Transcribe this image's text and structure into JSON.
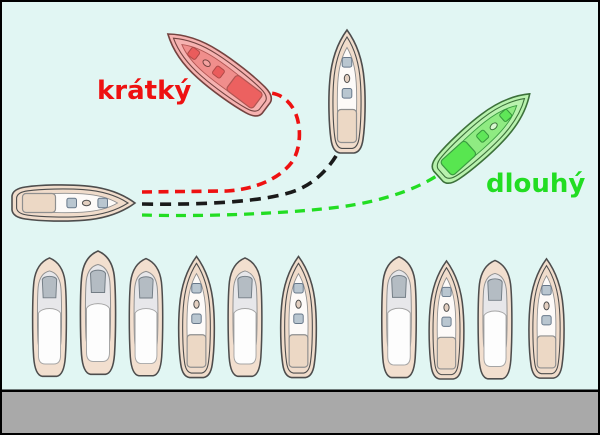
{
  "scene": {
    "background_color": "#e1f6f3",
    "border_color": "#000000",
    "dock": {
      "color": "#a9a9a9",
      "edge_color": "#000000"
    }
  },
  "labels": {
    "short": {
      "text": "krátký",
      "color": "#ee1111"
    },
    "long": {
      "text": "dlouhý",
      "color": "#22dd22"
    }
  },
  "paths": {
    "short": {
      "meaning": "short-turn-approach",
      "color": "#ee1111",
      "style": "dashed"
    },
    "correct": {
      "meaning": "correct-approach",
      "color": "#1a1a1a",
      "style": "dashed"
    },
    "long": {
      "meaning": "long-turn-approach",
      "color": "#22dd22",
      "style": "dashed"
    }
  },
  "boats": {
    "maneuvering": [
      {
        "id": "approaching-boat",
        "type": "sailboat",
        "variant": "tan",
        "heading": "right"
      },
      {
        "id": "short-result-boat",
        "type": "sailboat",
        "variant": "red",
        "heading": "up-left"
      },
      {
        "id": "correct-result-boat",
        "type": "sailboat",
        "variant": "tan",
        "heading": "up"
      },
      {
        "id": "long-result-boat",
        "type": "sailboat",
        "variant": "green",
        "heading": "up-right"
      }
    ],
    "moored_left": [
      "motorboat",
      "motorboat",
      "motorboat",
      "sailboat",
      "motorboat",
      "sailboat"
    ],
    "moored_right": [
      "motorboat",
      "sailboat",
      "motorboat",
      "sailboat"
    ]
  }
}
